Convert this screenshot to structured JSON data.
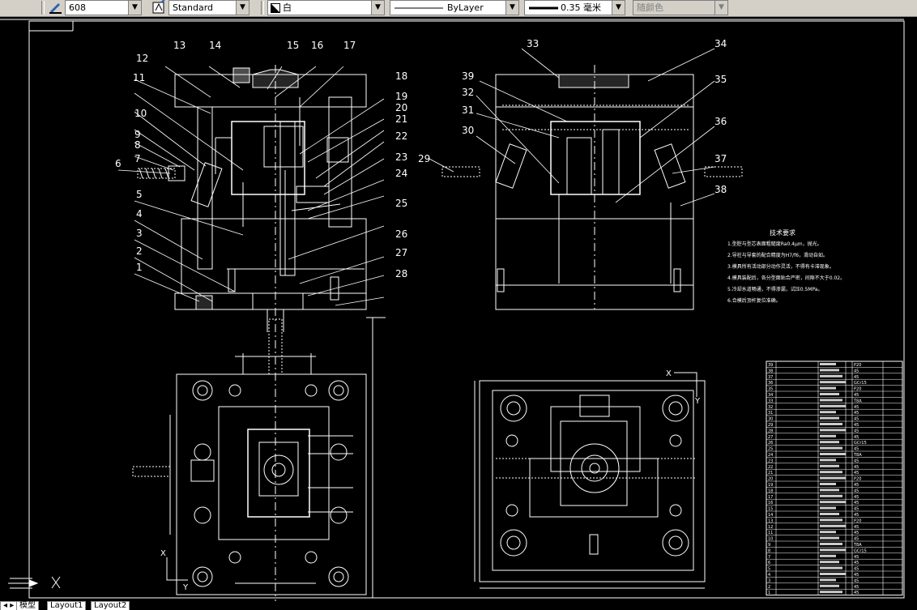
{
  "toolbar": {
    "lineweight_value": "608",
    "textstyle_value": "Standard",
    "color_value": "白",
    "linetype_value": "ByLayer",
    "lineweight_label": "0.35 毫米",
    "plotstyle_value": "随颜色"
  },
  "callouts": {
    "front": [
      "1",
      "2",
      "3",
      "4",
      "5",
      "6",
      "7",
      "8",
      "9",
      "10",
      "11",
      "12",
      "13",
      "14",
      "15",
      "16",
      "17",
      "18",
      "19",
      "20",
      "21",
      "22",
      "23",
      "24",
      "25",
      "26",
      "27",
      "28"
    ],
    "side": [
      "29",
      "30",
      "31",
      "32",
      "33",
      "34",
      "35",
      "36",
      "37",
      "38",
      "39"
    ]
  },
  "notes": {
    "title": "技术要求",
    "lines": [
      "1.型腔与型芯表面粗糙度Ra0.4μm，抛光。",
      "2.导柱与导套的配合精度为H7/f6，滑动自如。",
      "3.模具所有活动部分动作灵活，不得有卡滞现象。",
      "4.模具装配后，各分型面贴合严密，间隙不大于0.02。",
      "5.冷却水道畅通，不得渗漏，试压0.5MPa。",
      "6.合模后顶杆复位准确。"
    ]
  },
  "bom": {
    "rows": [
      "39",
      "38",
      "37",
      "36",
      "35",
      "34",
      "33",
      "32",
      "31",
      "30",
      "29",
      "28",
      "27",
      "26",
      "25",
      "24",
      "23",
      "22",
      "21",
      "20",
      "19",
      "18",
      "17",
      "16",
      "15",
      "14",
      "13",
      "12",
      "11",
      "10",
      "9",
      "8",
      "7",
      "6",
      "5",
      "4",
      "3",
      "2",
      "1"
    ],
    "materials": [
      "P20",
      "45",
      "45",
      "GCr15",
      "P20",
      "45",
      "T8A",
      "45",
      "45",
      "45",
      "45",
      "45",
      "45",
      "GCr15",
      "45",
      "T8A",
      "45",
      "45",
      "45",
      "P20",
      "45",
      "45",
      "45",
      "45",
      "45",
      "45",
      "P20",
      "45",
      "45",
      "45",
      "T8A",
      "GCr15",
      "45",
      "45",
      "45",
      "45",
      "45",
      "45",
      "45"
    ]
  },
  "axis": {
    "x_label": "X",
    "y_label": "Y"
  },
  "tabs": {
    "model": "模型",
    "layout1": "Layout1",
    "layout2": "Layout2"
  }
}
